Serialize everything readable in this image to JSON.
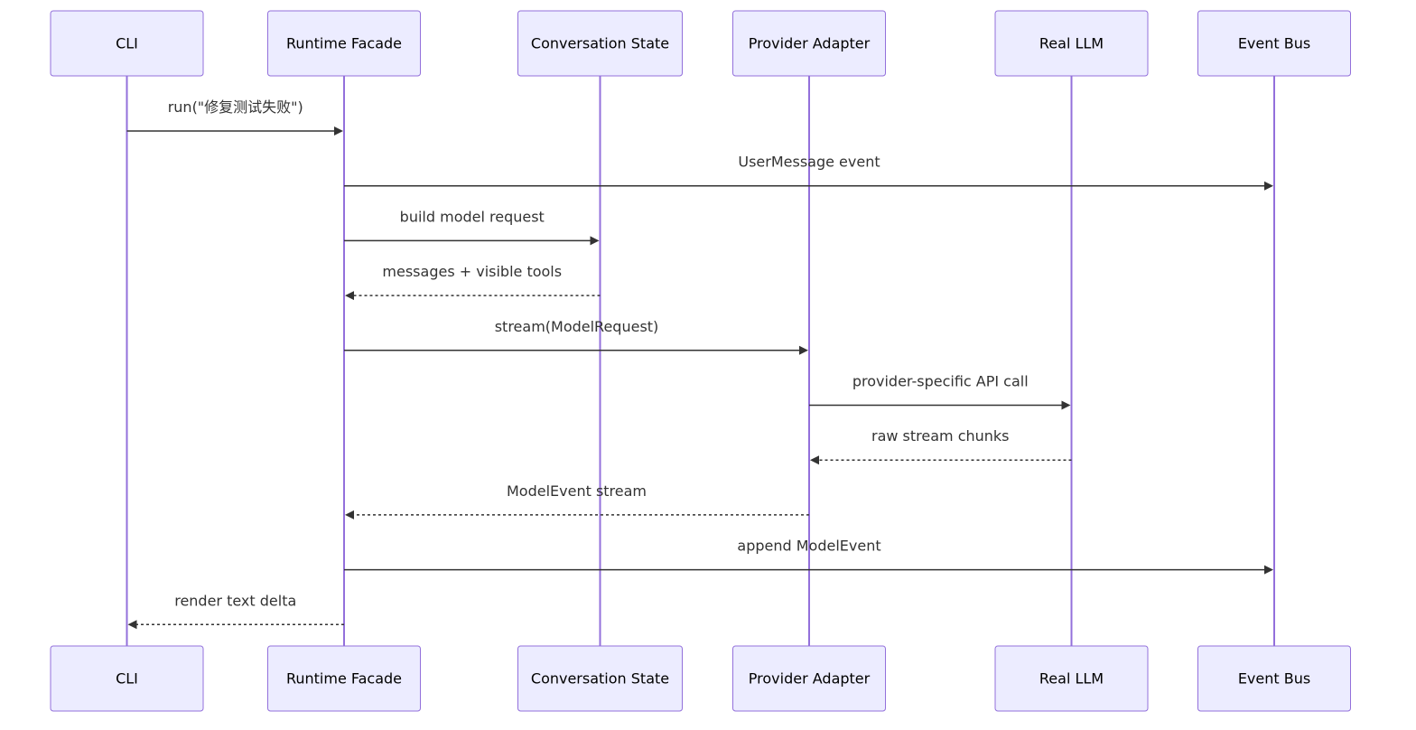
{
  "diagram": {
    "type": "sequence",
    "colors": {
      "actor_fill": "#ECECFF",
      "actor_stroke": "#9370DB",
      "lifeline": "#9370DB",
      "message": "#333333"
    },
    "participants": [
      {
        "id": "cli",
        "label": "CLI"
      },
      {
        "id": "runtime",
        "label": "Runtime Facade"
      },
      {
        "id": "state",
        "label": "Conversation State"
      },
      {
        "id": "adapter",
        "label": "Provider Adapter"
      },
      {
        "id": "llm",
        "label": "Real LLM"
      },
      {
        "id": "bus",
        "label": "Event Bus"
      }
    ],
    "messages": [
      {
        "from": "cli",
        "to": "runtime",
        "label": "run(\"修复测试失败\")",
        "style": "solid"
      },
      {
        "from": "runtime",
        "to": "bus",
        "label": "UserMessage event",
        "style": "solid"
      },
      {
        "from": "runtime",
        "to": "state",
        "label": "build model request",
        "style": "solid"
      },
      {
        "from": "state",
        "to": "runtime",
        "label": "messages + visible tools",
        "style": "dashed"
      },
      {
        "from": "runtime",
        "to": "adapter",
        "label": "stream(ModelRequest)",
        "style": "solid"
      },
      {
        "from": "adapter",
        "to": "llm",
        "label": "provider-specific API call",
        "style": "solid"
      },
      {
        "from": "llm",
        "to": "adapter",
        "label": "raw stream chunks",
        "style": "dashed"
      },
      {
        "from": "adapter",
        "to": "runtime",
        "label": "ModelEvent stream",
        "style": "dashed"
      },
      {
        "from": "runtime",
        "to": "bus",
        "label": "append ModelEvent",
        "style": "solid"
      },
      {
        "from": "runtime",
        "to": "cli",
        "label": "render text delta",
        "style": "dashed"
      }
    ]
  }
}
